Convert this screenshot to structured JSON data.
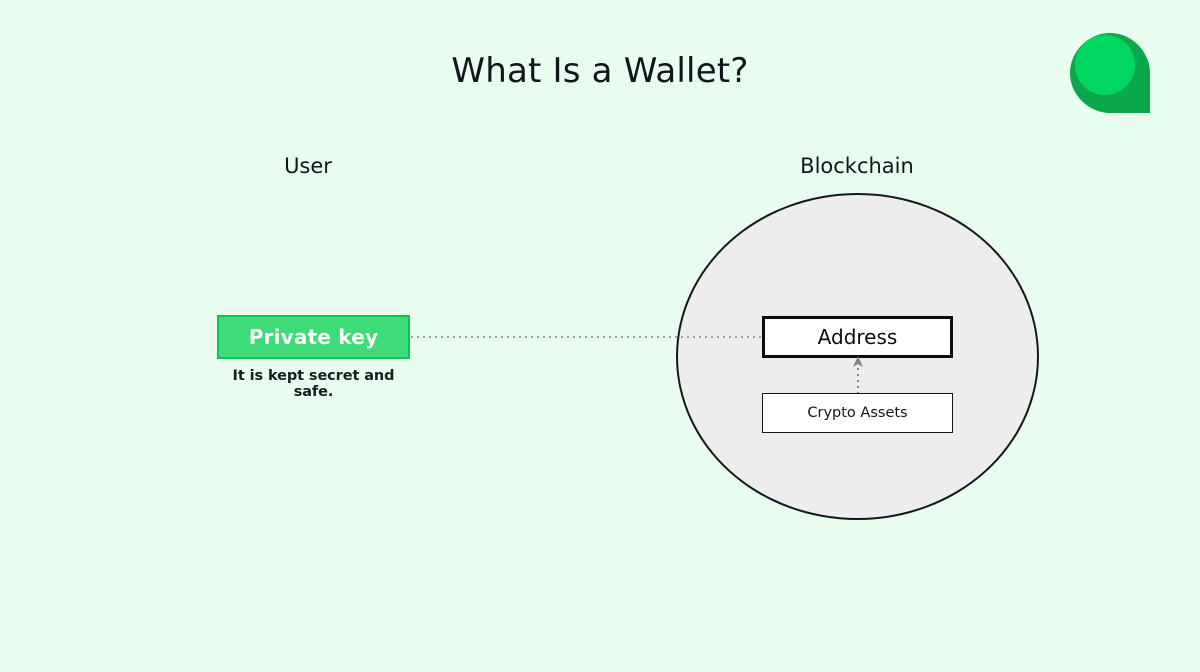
{
  "slide": {
    "background_color": "#e8fcef",
    "title": "What Is a Wallet?"
  },
  "logo": {
    "name": "teardrop-leaf-logo",
    "color_dark": "#0aa84a",
    "color_bright": "#00d760"
  },
  "columns": {
    "user_label": "User",
    "blockchain_label": "Blockchain"
  },
  "diagram": {
    "type": "concept-diagram",
    "private_key": {
      "label": "Private key",
      "caption": "It is kept secret and safe.",
      "fill_color": "#3ddc78",
      "border_color": "#06c755",
      "text_color": "#ffffff"
    },
    "blockchain_circle": {
      "fill_color": "#ededed",
      "border_color": "#14181b"
    },
    "address": {
      "label": "Address",
      "fill_color": "#ffffff",
      "border_color": "#0a0d0f"
    },
    "crypto_assets": {
      "label": "Crypto Assets",
      "fill_color": "#ffffff",
      "border_color": "#12171a"
    },
    "connectors": [
      {
        "name": "private-key-to-address",
        "style": "dotted",
        "arrow": false,
        "color": "#9aa0a0"
      },
      {
        "name": "crypto-assets-to-address",
        "style": "dotted",
        "arrow": true,
        "color": "#808687"
      }
    ]
  }
}
